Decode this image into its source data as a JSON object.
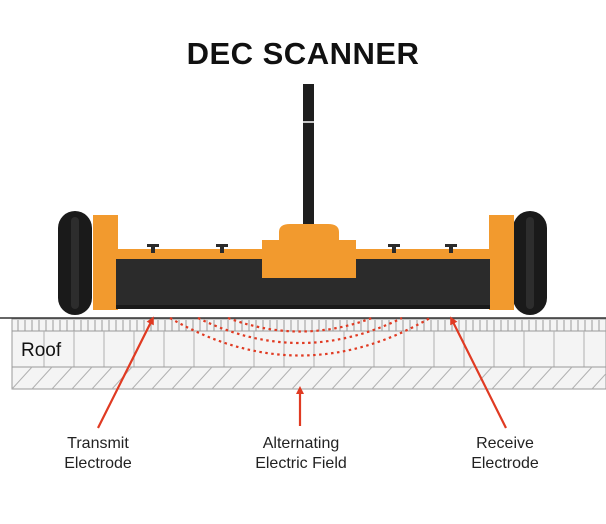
{
  "title": "DEC SCANNER",
  "roof_label": "Roof",
  "callouts": {
    "transmit": {
      "line1": "Transmit",
      "line2": "Electrode"
    },
    "field": {
      "line1": "Alternating",
      "line2": "Electric Field"
    },
    "receive": {
      "line1": "Receive",
      "line2": "Electrode"
    }
  },
  "colors": {
    "device_orange": "#F29A2E",
    "device_body": "#2B2B2B",
    "wheel": "#1A1A1A",
    "arrow_red": "#E03A22",
    "roof_fill": "#F4F4F4",
    "roof_line": "#9A9A9A"
  }
}
